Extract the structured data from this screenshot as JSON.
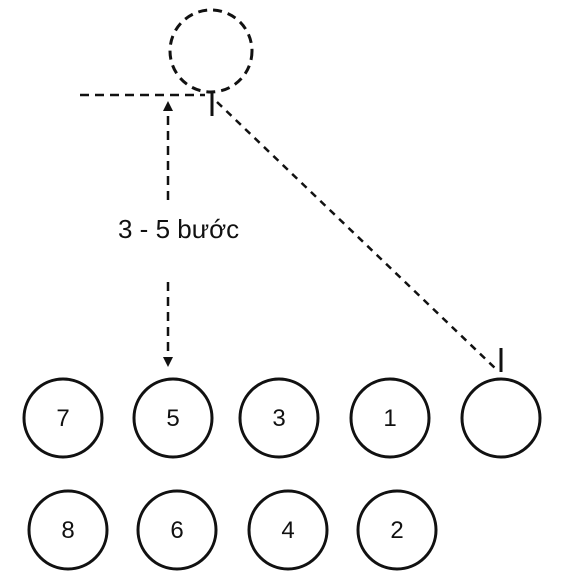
{
  "diagram": {
    "distance_label": "3 - 5 bước",
    "front_row": [
      {
        "number": "7"
      },
      {
        "number": "5"
      },
      {
        "number": "3"
      },
      {
        "number": "1"
      },
      {
        "number": ""
      }
    ],
    "back_row": [
      {
        "number": "8"
      },
      {
        "number": "6"
      },
      {
        "number": "4"
      },
      {
        "number": "2"
      }
    ],
    "colors": {
      "ink": "#111111",
      "background": "#ffffff"
    }
  }
}
